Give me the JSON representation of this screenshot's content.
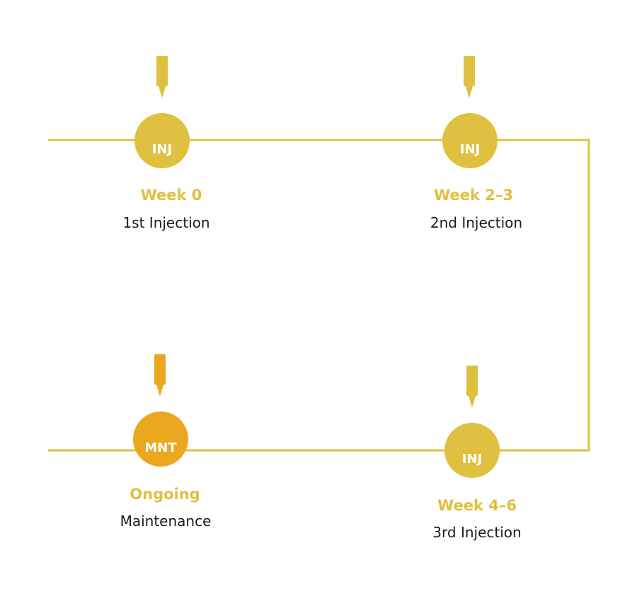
{
  "colors": {
    "primary": "#E0C040",
    "maintenance": "#EBA81F",
    "text": "#1a1a1a",
    "node_text": "#ffffff"
  },
  "icons": {
    "marker": "syringe-icon"
  },
  "steps": [
    {
      "node": "INJ",
      "title": "Week 0",
      "desc": "1st Injection"
    },
    {
      "node": "INJ",
      "title": "Week 2–3",
      "desc": "2nd Injection"
    },
    {
      "node": "INJ",
      "title": "Week 4–6",
      "desc": "3rd Injection"
    },
    {
      "node": "MNT",
      "title": "Ongoing",
      "desc": "Maintenance"
    }
  ]
}
